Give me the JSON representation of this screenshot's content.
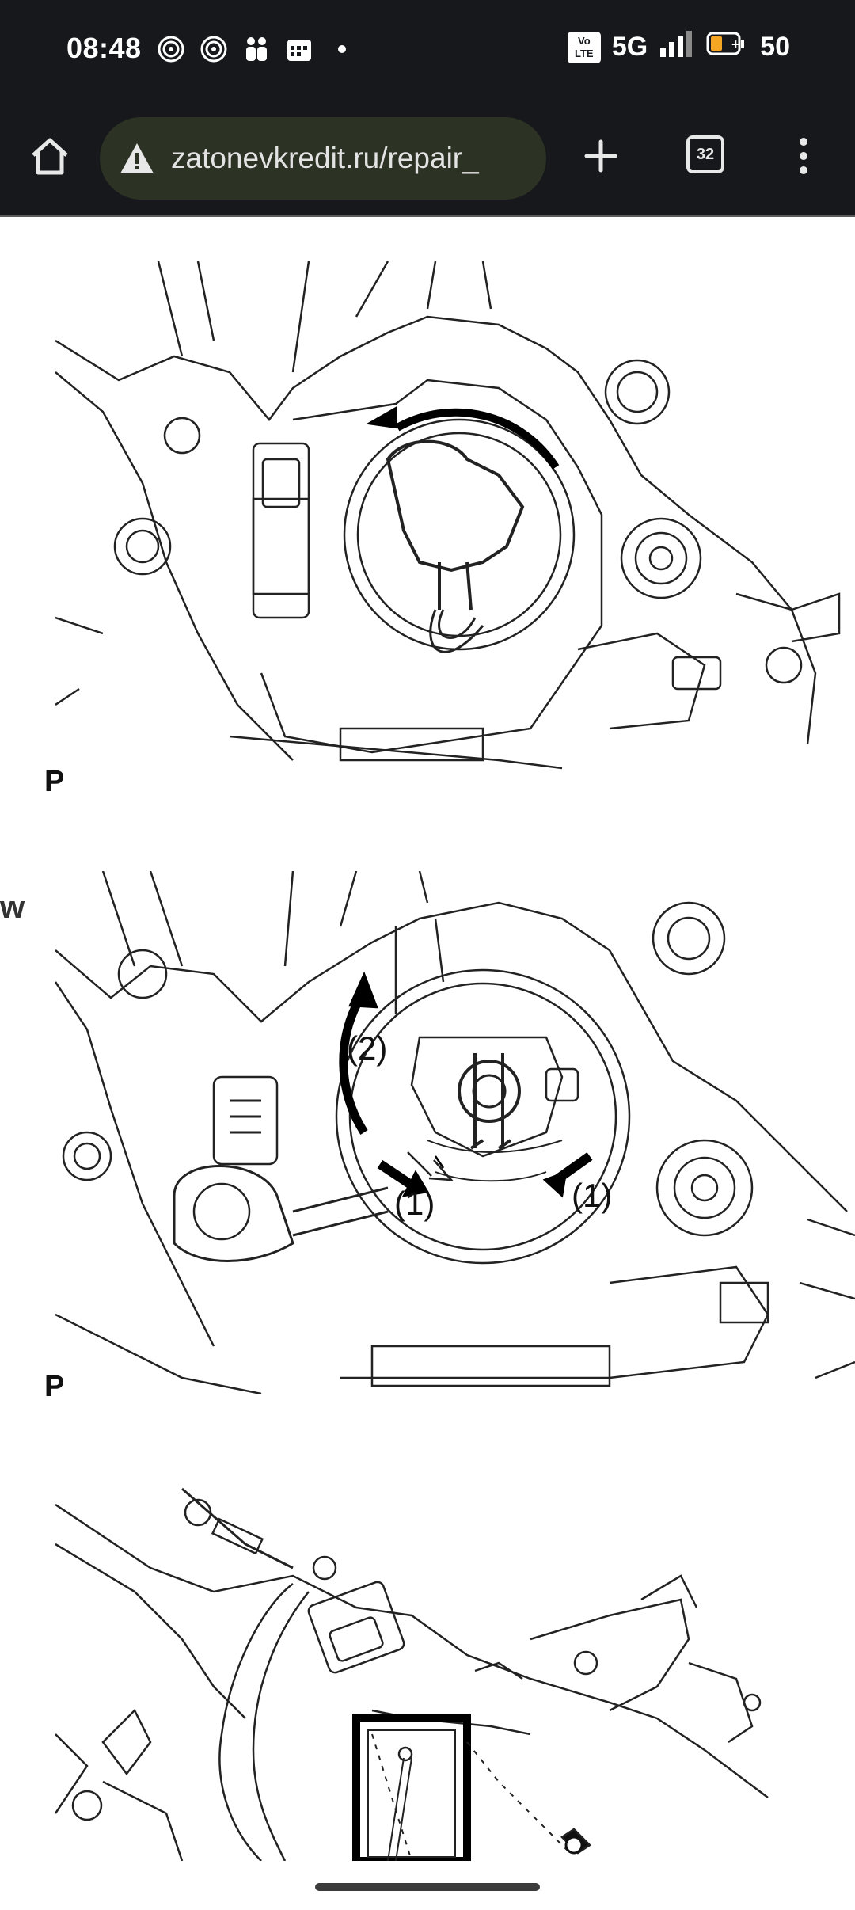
{
  "status_bar": {
    "time": "08:48",
    "network": "5G",
    "volte_label_top": "Vo",
    "volte_label_bottom": "LTE",
    "battery": "50"
  },
  "browser": {
    "url": "zatonevkredit.ru/repair_",
    "tab_count": "32"
  },
  "content": {
    "figure1": {
      "label": "P"
    },
    "figure2": {
      "label": "P",
      "callout_1a": "(1)",
      "callout_1b": "(1)",
      "callout_2": "(2)",
      "side_mark": "w"
    }
  }
}
